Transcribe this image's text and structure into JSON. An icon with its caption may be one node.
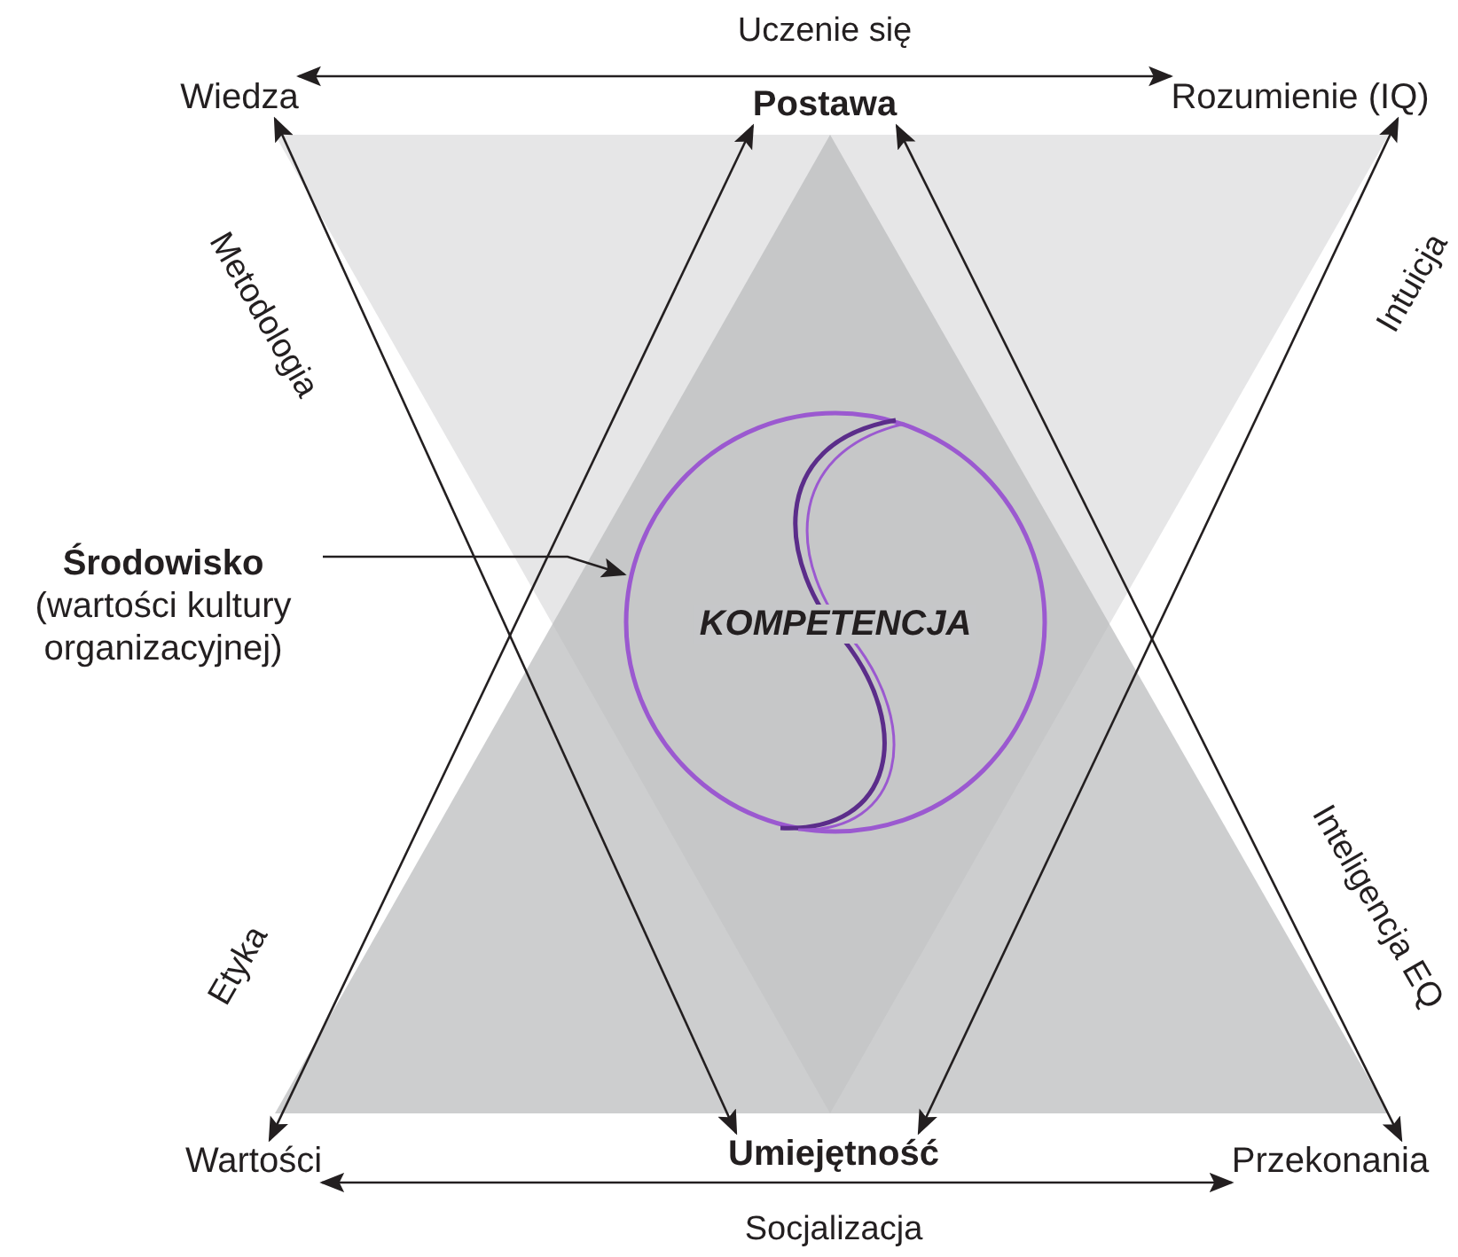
{
  "diagram": {
    "nodes": [
      {
        "text": [
          "Wiedza"
        ]
      },
      {
        "text": [
          "**Postawa**"
        ]
      },
      {
        "text": [
          "Rozumienie (IQ)"
        ]
      },
      {
        "text": [
          "**Środowisko**",
          "(wartości kultury organizacyjnej)"
        ]
      },
      {
        "text": [
          "KOMPETENCJA"
        ]
      },
      {
        "text": [
          "Wartości"
        ]
      },
      {
        "text": [
          "**Umiejętność**"
        ]
      },
      {
        "text": [
          "Przekonania"
        ]
      }
    ],
    "edges": [
      {
        "from": 0,
        "to": 2,
        "arrow": "both",
        "label": "Uczenie się"
      },
      {
        "from": 0,
        "to": 6,
        "arrow": "both",
        "label": "Metodologia"
      },
      {
        "from": 5,
        "to": 1,
        "arrow": "both",
        "label": "Etyka"
      },
      {
        "from": 2,
        "to": 6,
        "arrow": "both",
        "label": "Intuicja"
      },
      {
        "from": 1,
        "to": 7,
        "arrow": "both",
        "label": "Inteligencja EQ"
      },
      {
        "from": 3,
        "to": 4,
        "arrow": "to"
      },
      {
        "from": 5,
        "to": 7,
        "arrow": "both",
        "label": "Socjalizacja"
      }
    ]
  }
}
